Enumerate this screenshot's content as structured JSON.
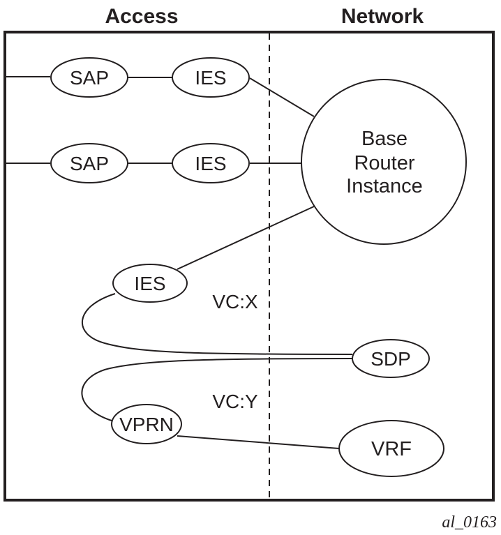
{
  "diagram": {
    "regions": {
      "left": "Access",
      "right": "Network"
    },
    "nodes": {
      "sap1": "SAP",
      "ies1": "IES",
      "sap2": "SAP",
      "ies2": "IES",
      "router": [
        "Base",
        "Router",
        "Instance"
      ],
      "ies3": "IES",
      "sdp": "SDP",
      "vprn": "VPRN",
      "vrf": "VRF"
    },
    "labels": {
      "vcx": "VC:X",
      "vcy": "VC:Y"
    },
    "figure_id": "al_0163",
    "colors": {
      "ink": "#231f20",
      "background": "#ffffff"
    }
  }
}
